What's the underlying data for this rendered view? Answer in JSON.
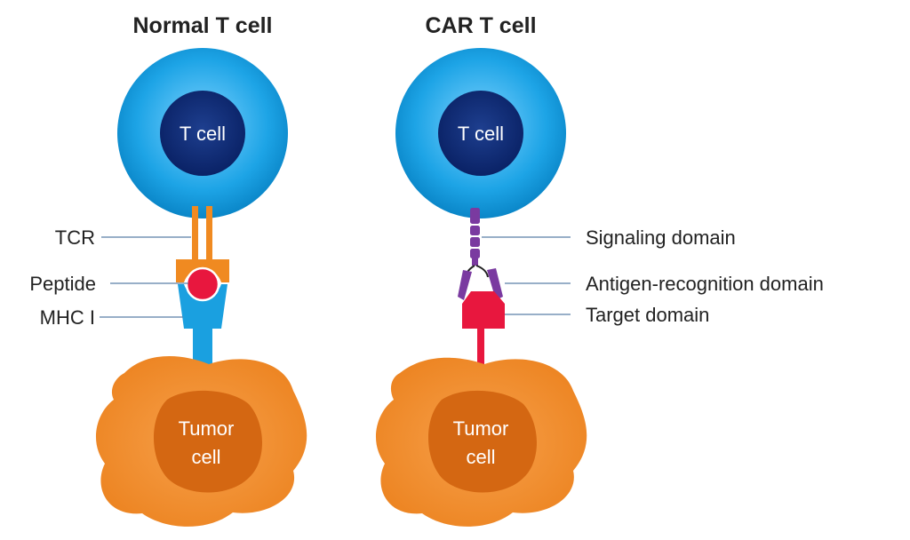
{
  "titles": {
    "normal": "Normal T cell",
    "car": "CAR T cell"
  },
  "cells": {
    "t_cell_label": "T cell",
    "tumor_line1": "Tumor",
    "tumor_line2": "cell"
  },
  "normal_labels": {
    "tcr": "TCR",
    "peptide": "Peptide",
    "mhc": "MHC I"
  },
  "car_labels": {
    "signaling": "Signaling domain",
    "antigen": "Antigen-recognition domain",
    "target": "Target domain"
  },
  "colors": {
    "t_cell_outer": "#1a9fe0",
    "t_cell_inner": "#0d2a6e",
    "tumor_outer": "#ef8a22",
    "tumor_inner": "#d46712",
    "tcr": "#f08a21",
    "peptide": "#e8173e",
    "mhc": "#1aa0e0",
    "car_signal": "#7a3aa0",
    "car_target": "#e8173e"
  }
}
